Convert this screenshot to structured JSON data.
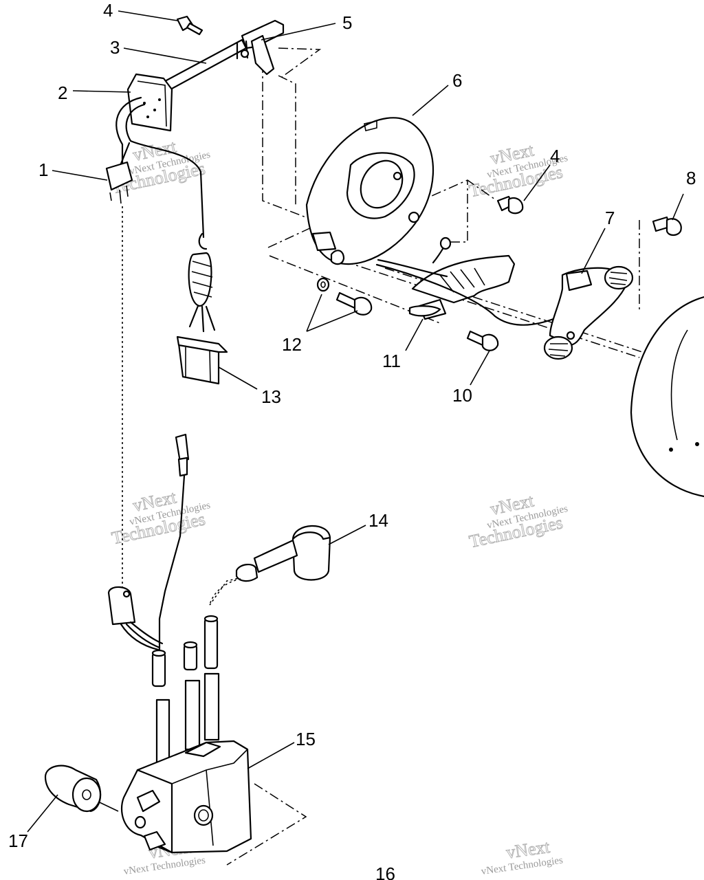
{
  "callouts": [
    {
      "label": "1"
    },
    {
      "label": "2"
    },
    {
      "label": "3"
    },
    {
      "label": "4"
    },
    {
      "label": "5"
    },
    {
      "label": "6"
    },
    {
      "label": "4"
    },
    {
      "label": "8"
    },
    {
      "label": "7"
    },
    {
      "label": "12"
    },
    {
      "label": "11"
    },
    {
      "label": "10"
    },
    {
      "label": "13"
    },
    {
      "label": "14"
    },
    {
      "label": "15"
    },
    {
      "label": "17"
    },
    {
      "label": "16"
    }
  ],
  "watermark": {
    "line1": "vNext Technologies",
    "line2": "vNext",
    "line3": "Technologies"
  }
}
